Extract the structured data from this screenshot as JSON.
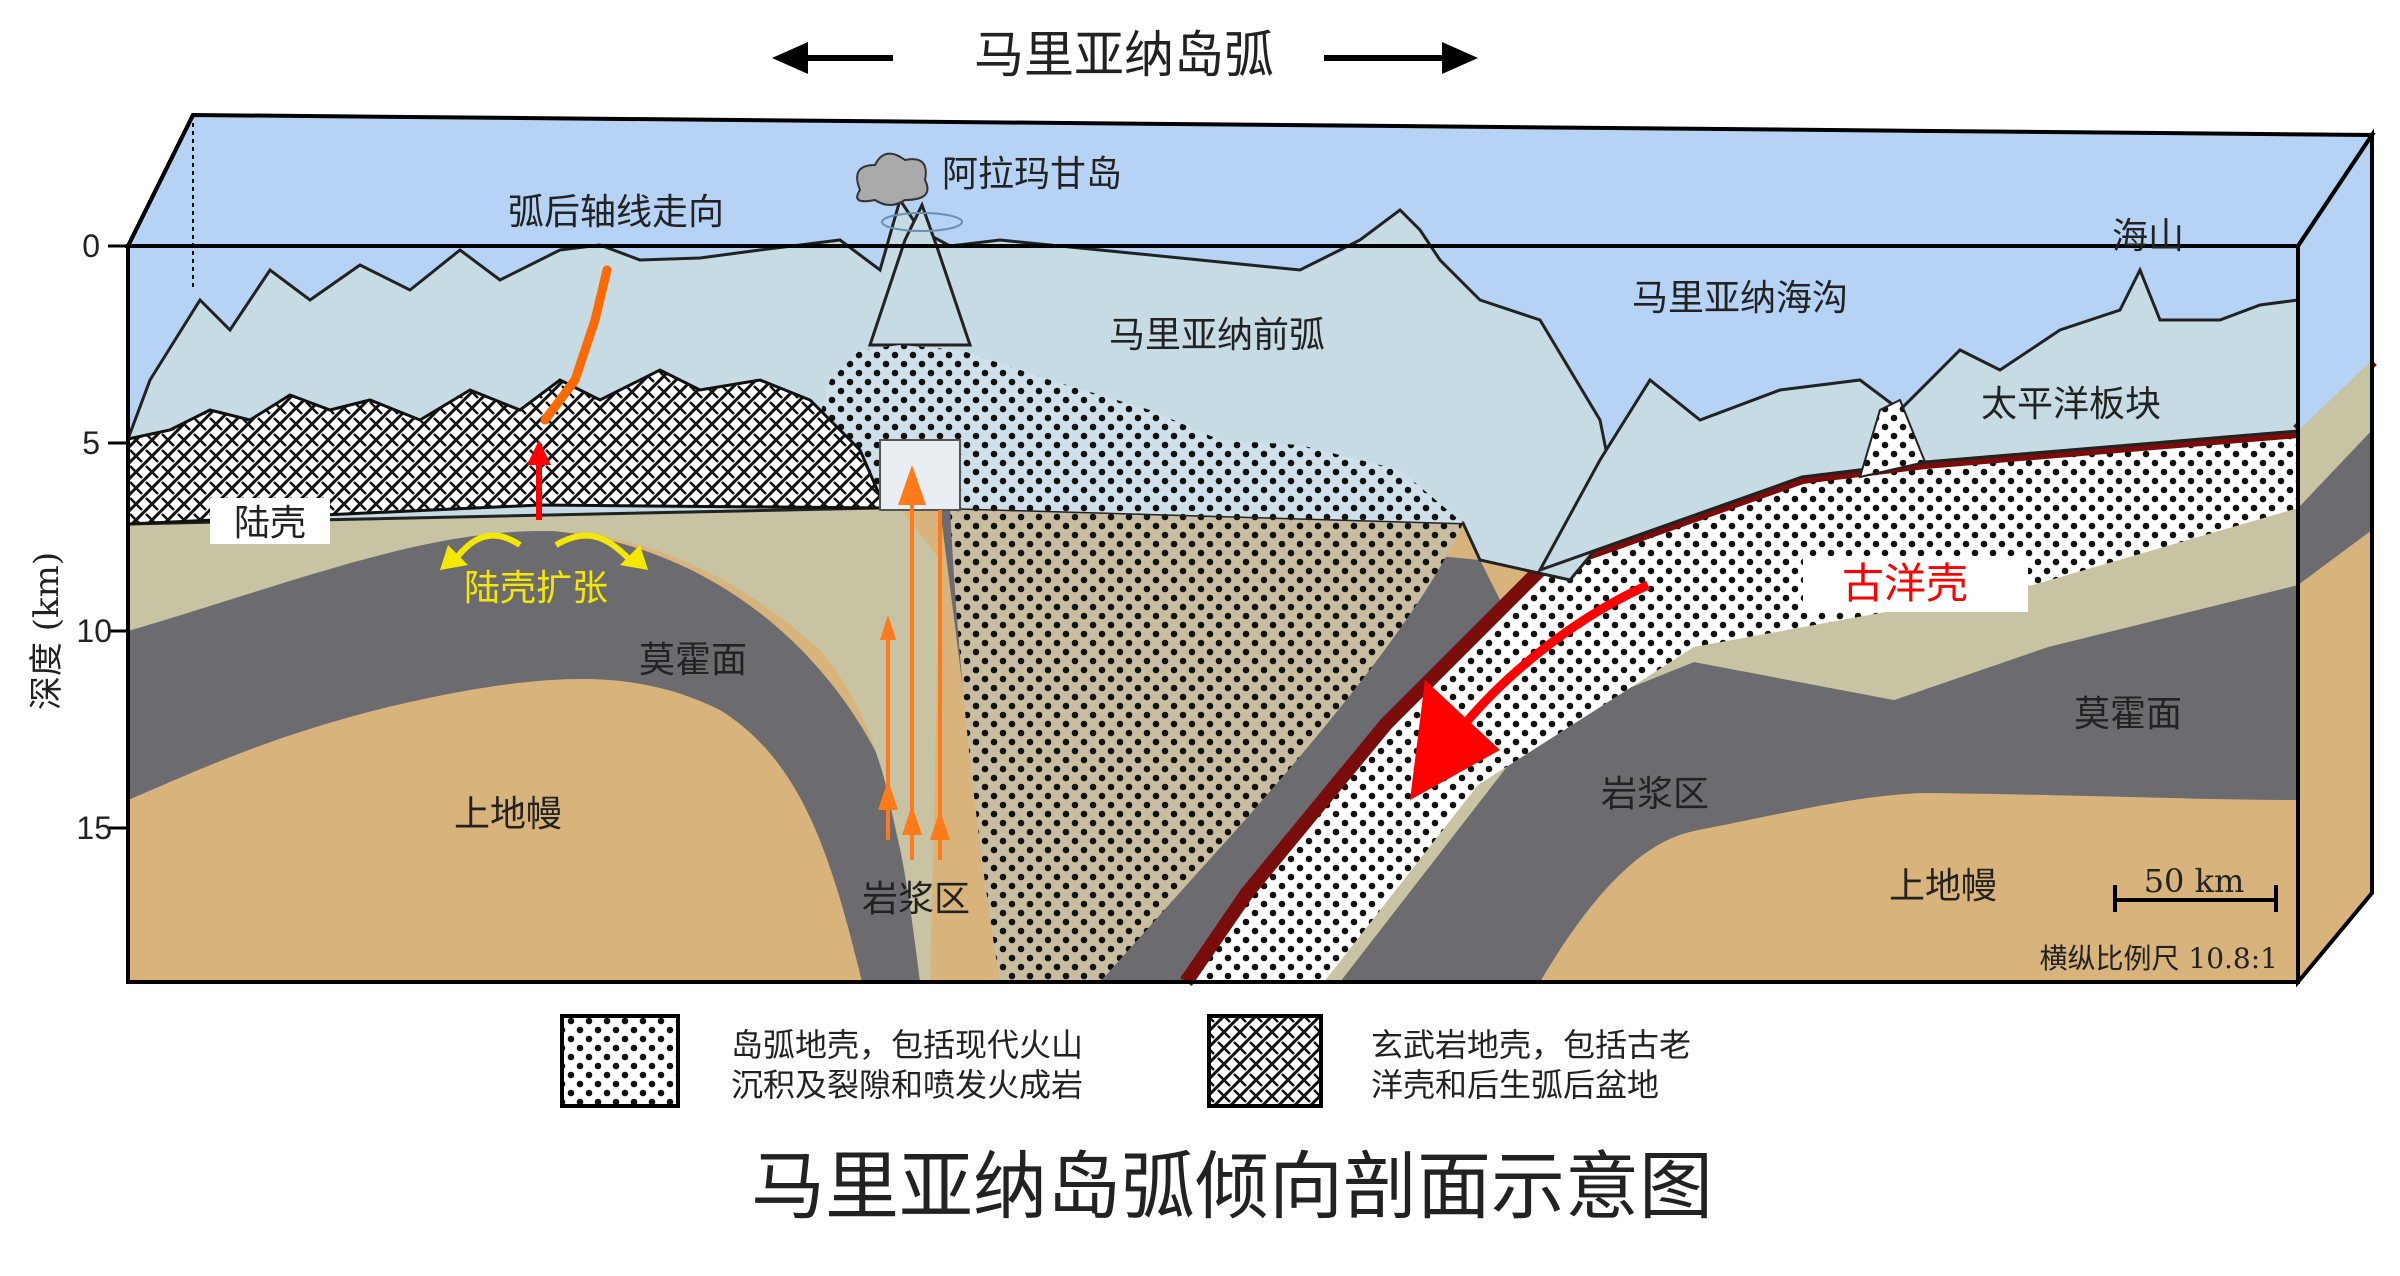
{
  "header": {
    "title": "马里亚纳岛弧"
  },
  "axis": {
    "label": "深度 (km)",
    "ticks": [
      "0",
      "5",
      "10",
      "15"
    ]
  },
  "labels": {
    "backarc_axis": "弧后轴线走向",
    "island": "阿拉玛甘岛",
    "seamount": "海山",
    "trench": "马里亚纳海沟",
    "forearc": "马里亚纳前弧",
    "pacific_plate": "太平洋板块",
    "continental_crust": "陆壳",
    "crust_extension": "陆壳扩张",
    "moho_left": "莫霍面",
    "ancient_oceanic_crust": "古洋壳",
    "moho_right": "莫霍面",
    "magma_zone_right": "岩浆区",
    "upper_mantle_left": "上地幔",
    "magma_zone_center": "岩浆区",
    "upper_mantle_right": "上地幔"
  },
  "scale": {
    "bar_label": "50 km",
    "ratio": "横纵比例尺 10.8:1"
  },
  "legend": [
    {
      "pattern": "dots",
      "line1": "岛弧地壳，包括现代火山",
      "line2": "沉积及裂隙和喷发火成岩"
    },
    {
      "pattern": "crosshatch",
      "line1": "玄武岩地壳，包括古老",
      "line2": "洋壳和后生弧后盆地"
    }
  ],
  "footer": {
    "title": "马里亚纳岛弧倾向剖面示意图"
  },
  "colors": {
    "sea": "#b6d2f4",
    "mountain": "#c6dbe4",
    "crust": "#c8c3a2",
    "lithosphere": "#6c6c70",
    "mantle": "#d8b47c",
    "slab_top": "#7a0c0c",
    "arrow_red": "#ff0000",
    "arrow_orange": "#ff7a1a",
    "yellow": "#f5e800"
  }
}
